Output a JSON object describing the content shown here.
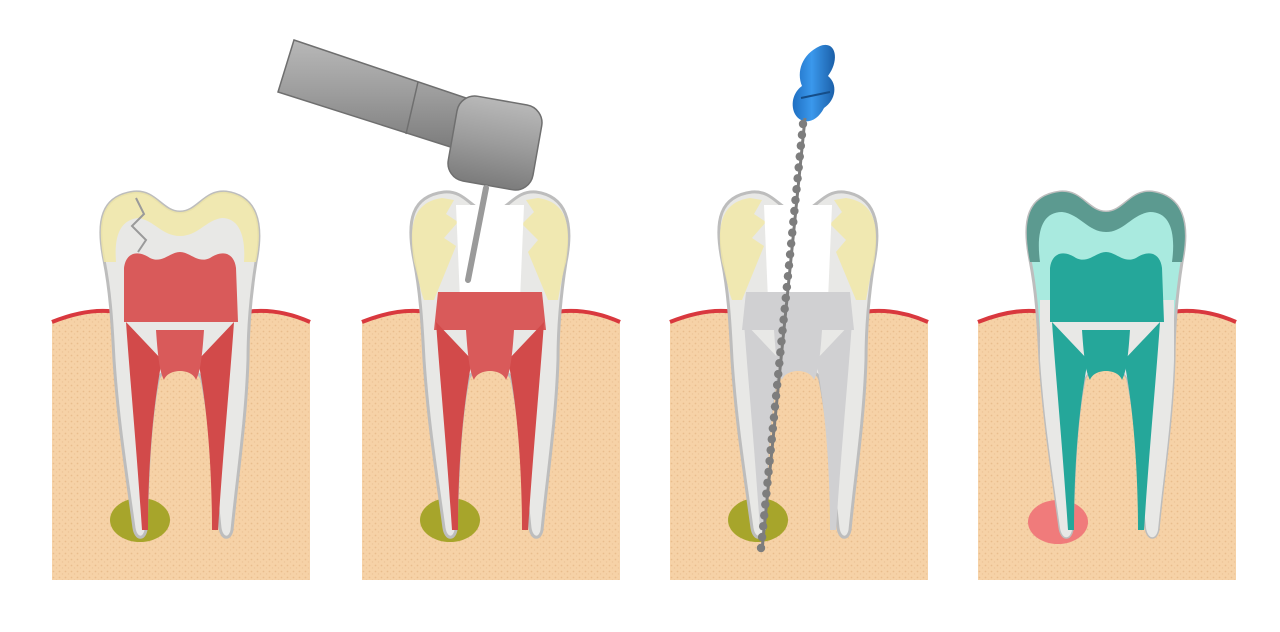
{
  "colors": {
    "background": "#ffffff",
    "gum_bone": "#f6d2a7",
    "gum_texture": "#e9bd8d",
    "gum_line": "#d9383e",
    "enamel": "#f1e8a7",
    "dentin": "#e8e8e6",
    "tooth_outline": "#bdbdbd",
    "pulp_infected": "#d95a5a",
    "root_canal": "#d24a4a",
    "abscess": "#a7a52b",
    "cleaned_chamber": "#d0d0d2",
    "filling": "#25a79a",
    "crown": "#5c9a90",
    "crown_light": "#a9eadf",
    "healing_tip": "#f07b7b",
    "handpiece": "#9a9a9a",
    "handpiece_dark": "#6f6f6f",
    "file_handle": "#2f8be0",
    "file_shaft": "#7d7d7d"
  },
  "icons": [
    "dental-handpiece-icon",
    "endodontic-file-icon"
  ],
  "stages": [
    {
      "id": "infected-tooth",
      "pulp": "infected",
      "crack": true,
      "abscess": true,
      "tool": null
    },
    {
      "id": "drilling",
      "pulp": "infected",
      "crack": false,
      "abscess": true,
      "tool": "handpiece"
    },
    {
      "id": "canal-cleaning",
      "pulp": "cleaned",
      "crack": false,
      "abscess": true,
      "tool": "file"
    },
    {
      "id": "filled-and-crowned",
      "pulp": "filled",
      "crack": false,
      "abscess": false,
      "tool": null
    }
  ]
}
